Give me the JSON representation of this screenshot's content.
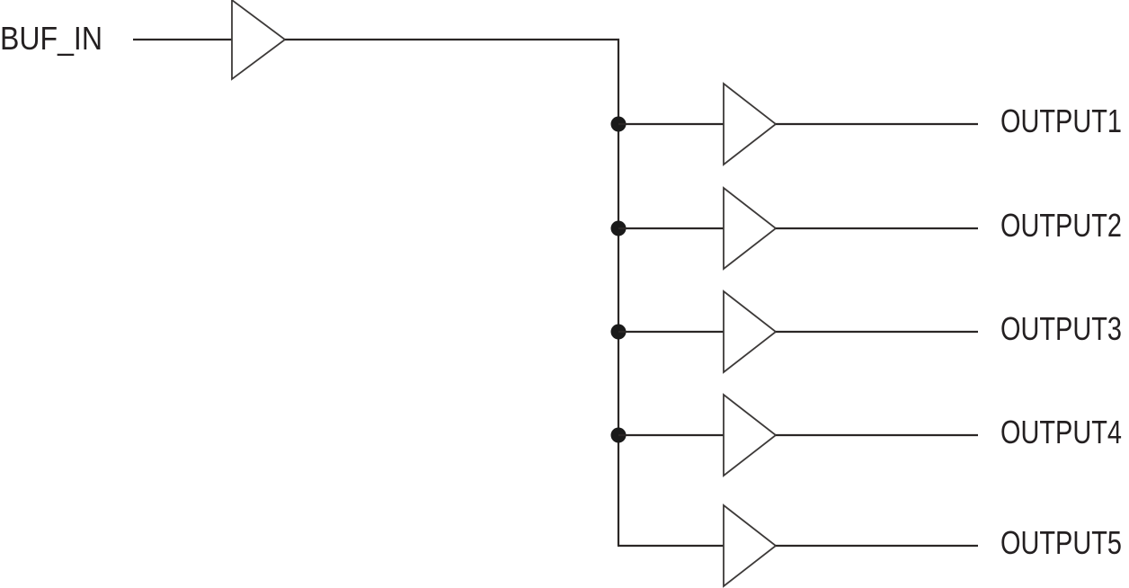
{
  "diagram": {
    "type": "schematic-fanout-buffer",
    "input": {
      "label": "BUF_IN"
    },
    "buffer_count": 6,
    "outputs": [
      {
        "label": "OUTPUT1"
      },
      {
        "label": "OUTPUT2"
      },
      {
        "label": "OUTPUT3"
      },
      {
        "label": "OUTPUT4"
      },
      {
        "label": "OUTPUT5"
      }
    ],
    "colors": {
      "background": "#ffffff",
      "wire": "#2b2726",
      "buffer_outline": "#3d3a39",
      "buffer_fill": "#ffffff",
      "junction_dot": "#1a1a1a",
      "label_text": "#231f20"
    }
  }
}
